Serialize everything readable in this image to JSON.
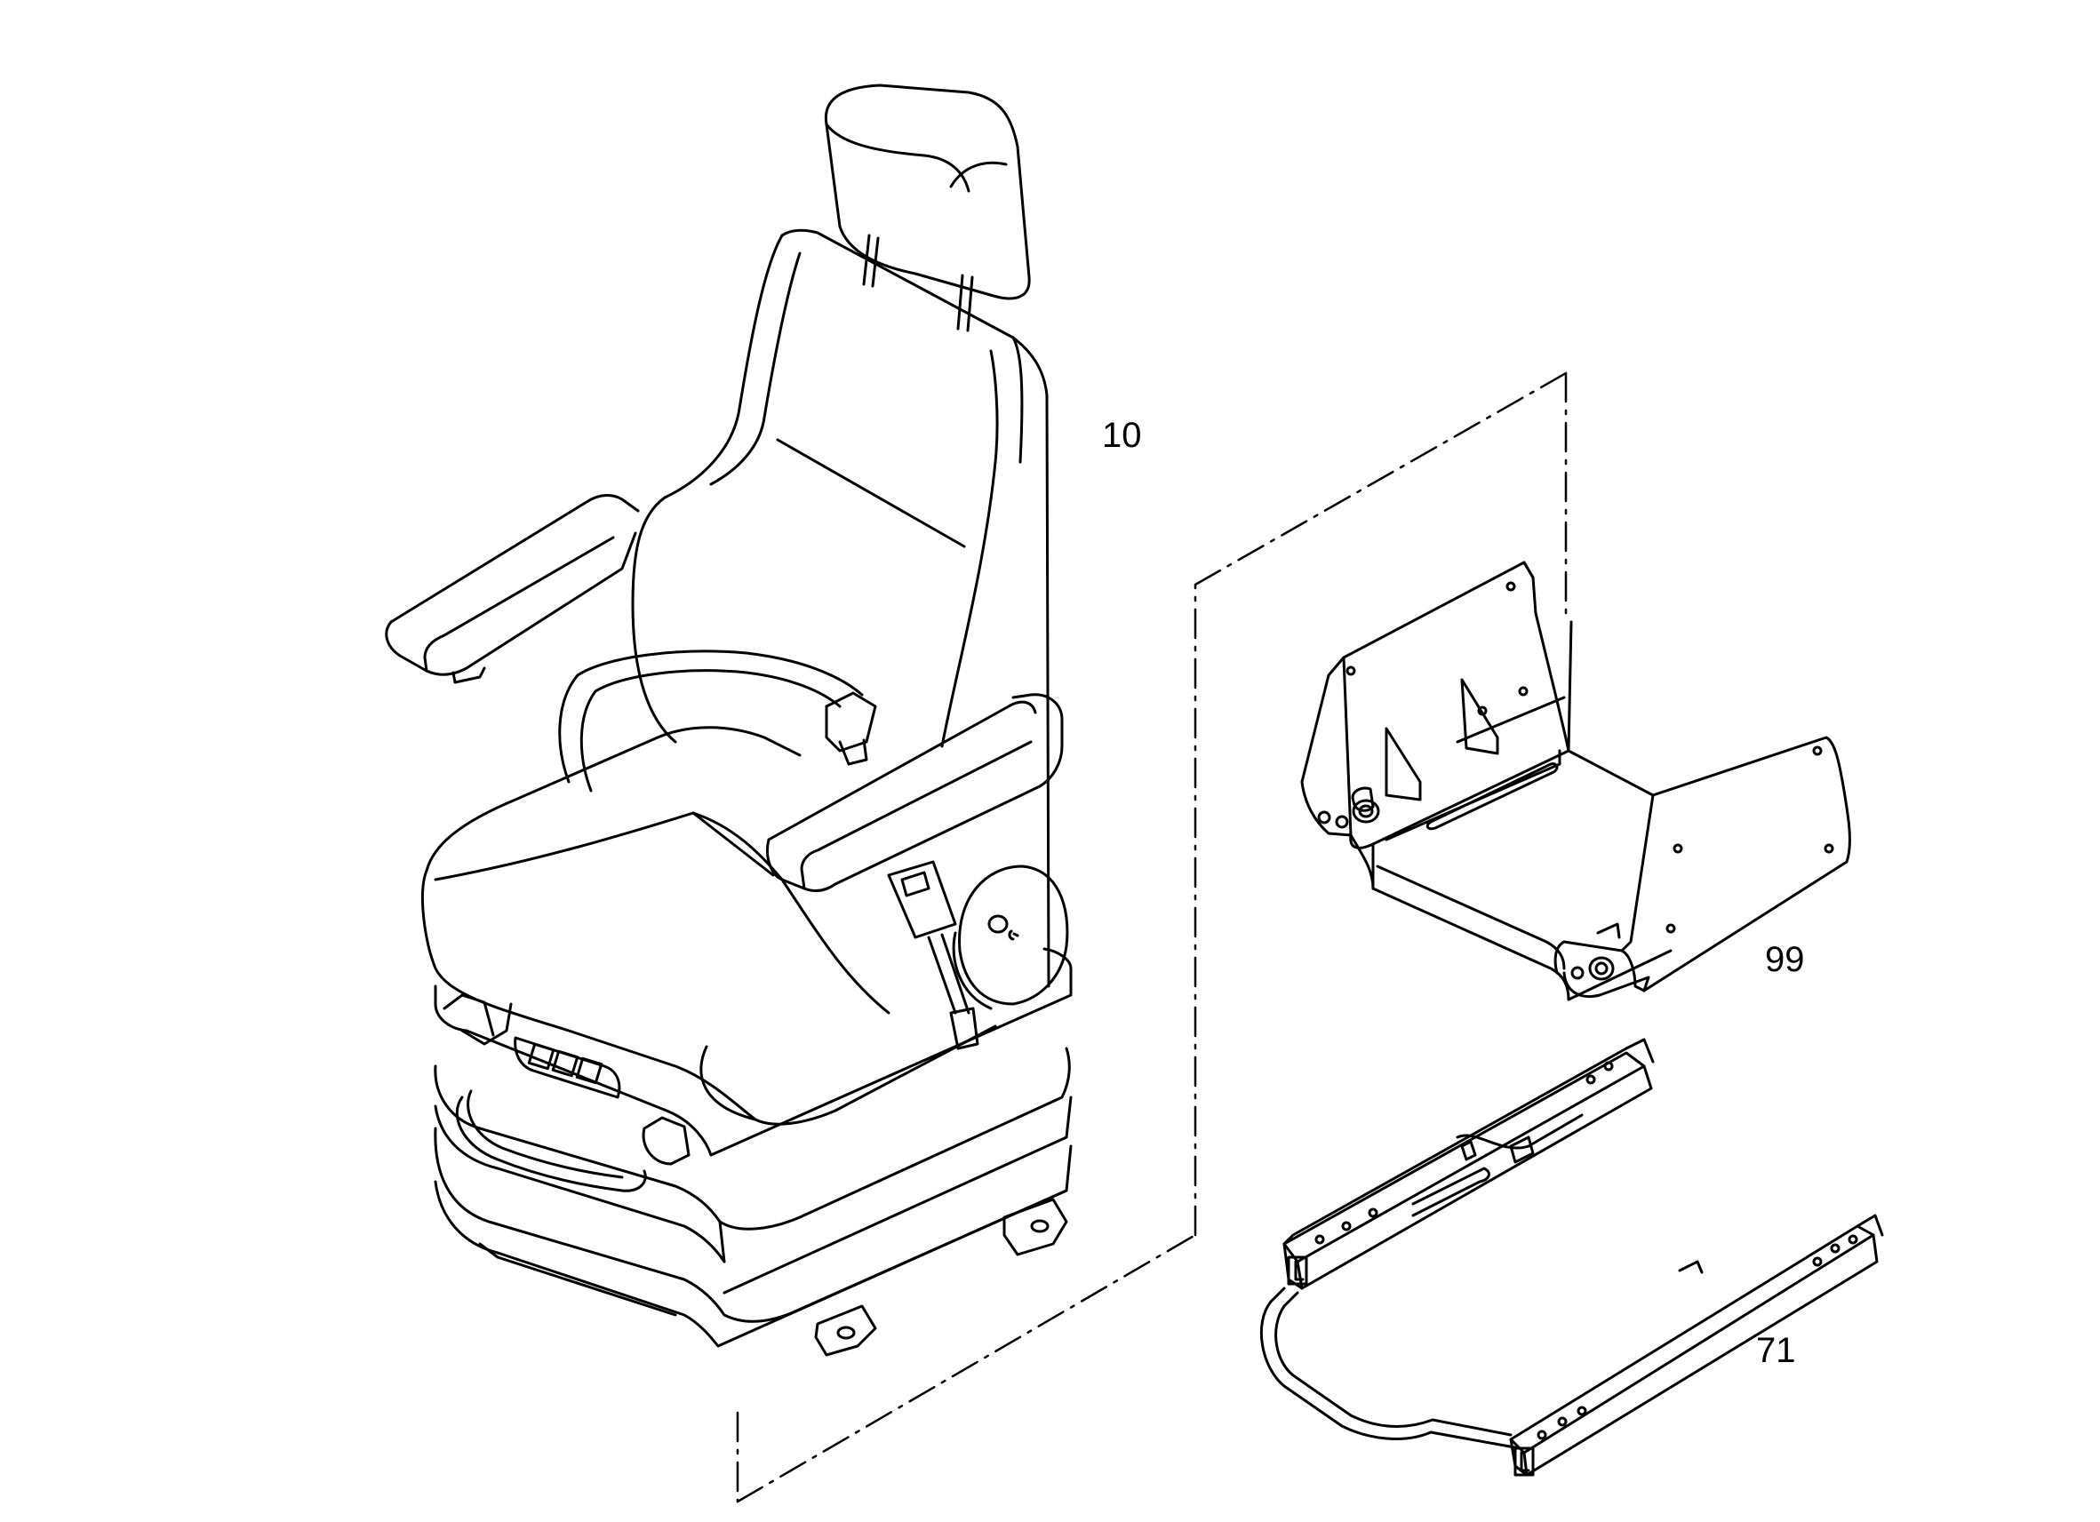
{
  "labels": {
    "seat": "10",
    "bracket": "99",
    "slide_rails": "71"
  },
  "colors": {
    "line": "#000000",
    "background": "#ffffff"
  }
}
